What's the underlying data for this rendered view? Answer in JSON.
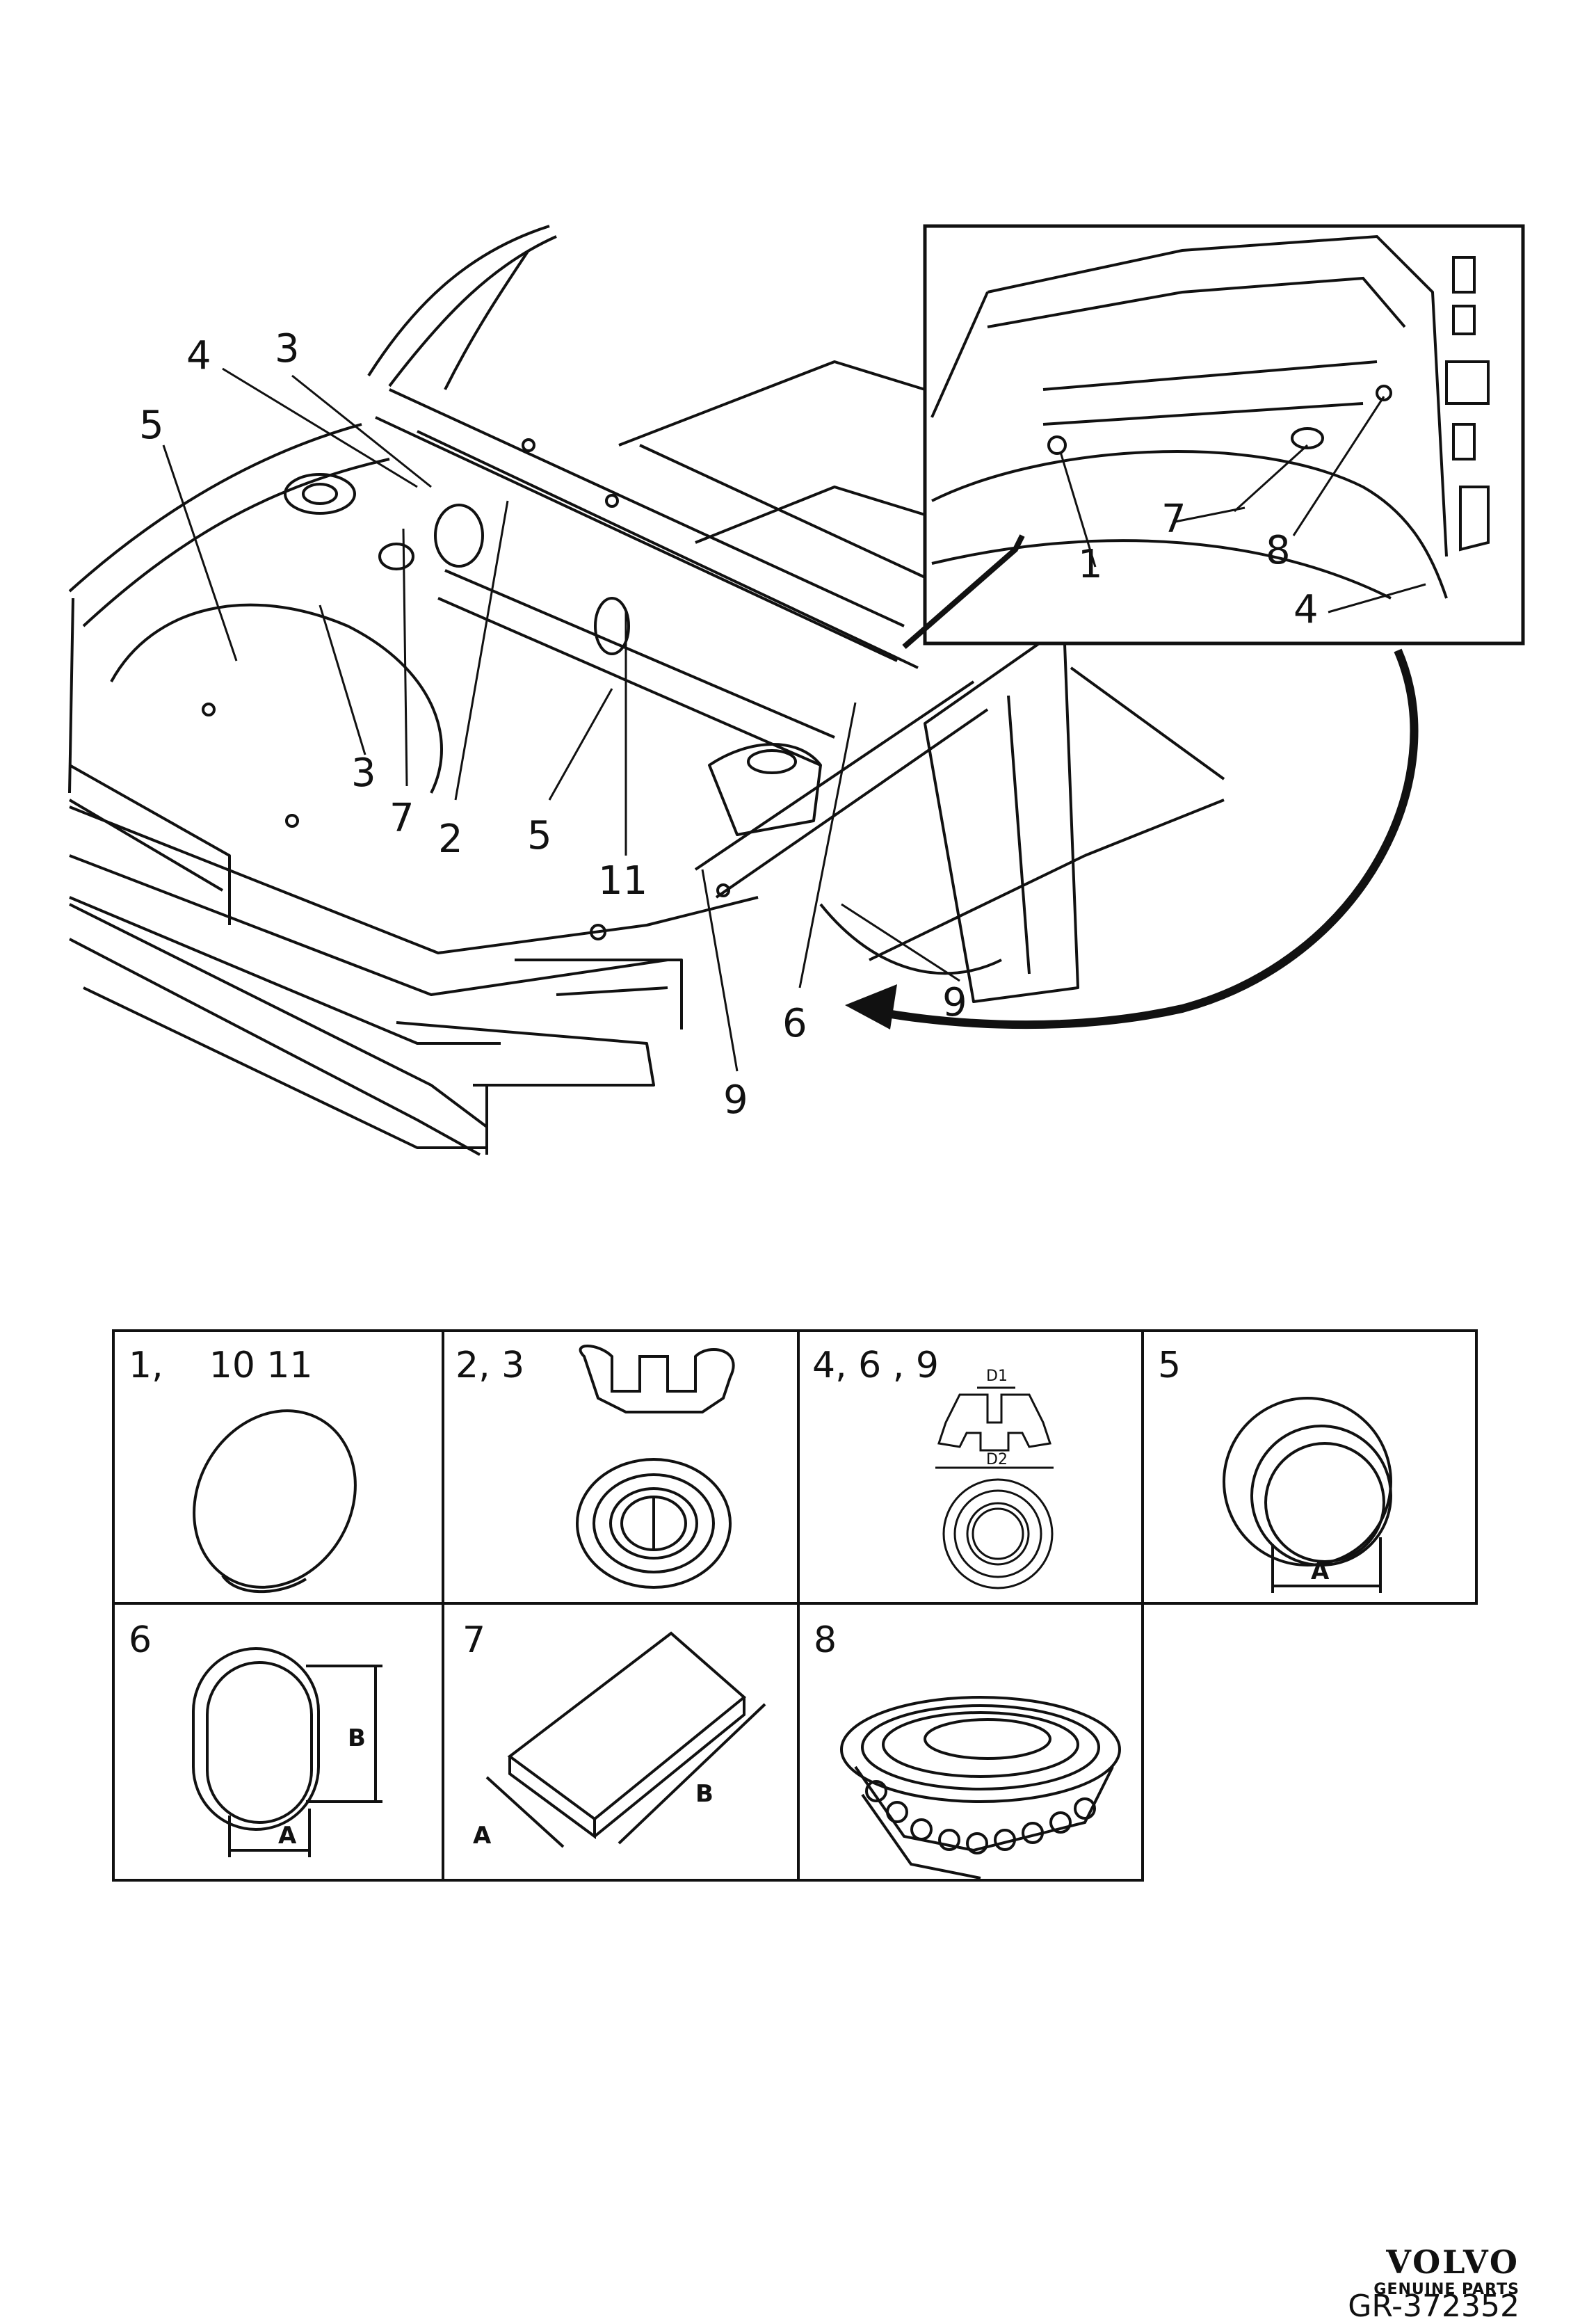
{
  "diagram": {
    "callouts": {
      "c4a": "4",
      "c3a": "3",
      "c5a": "5",
      "c3b": "3",
      "c7a": "7",
      "c2": "2",
      "c5b": "5",
      "c11": "11",
      "c6": "6",
      "c9a": "9",
      "c9b": "9",
      "c1": "1",
      "c7b": "7",
      "c8": "8",
      "c4b": "4"
    }
  },
  "parts_table": {
    "cells": [
      {
        "label": "1,    10 11"
      },
      {
        "label": "2, 3"
      },
      {
        "label": "4, 6 , 9",
        "dims": [
          "D1",
          "D2"
        ]
      },
      {
        "label": "5",
        "dims": [
          "A"
        ]
      },
      {
        "label": "6",
        "dims": [
          "B",
          "A"
        ]
      },
      {
        "label": "7",
        "dims": [
          "A",
          "B"
        ]
      },
      {
        "label": "8"
      }
    ]
  },
  "footer": {
    "brand": "VOLVO",
    "subtitle": "GENUINE PARTS",
    "code": "GR-372352"
  }
}
